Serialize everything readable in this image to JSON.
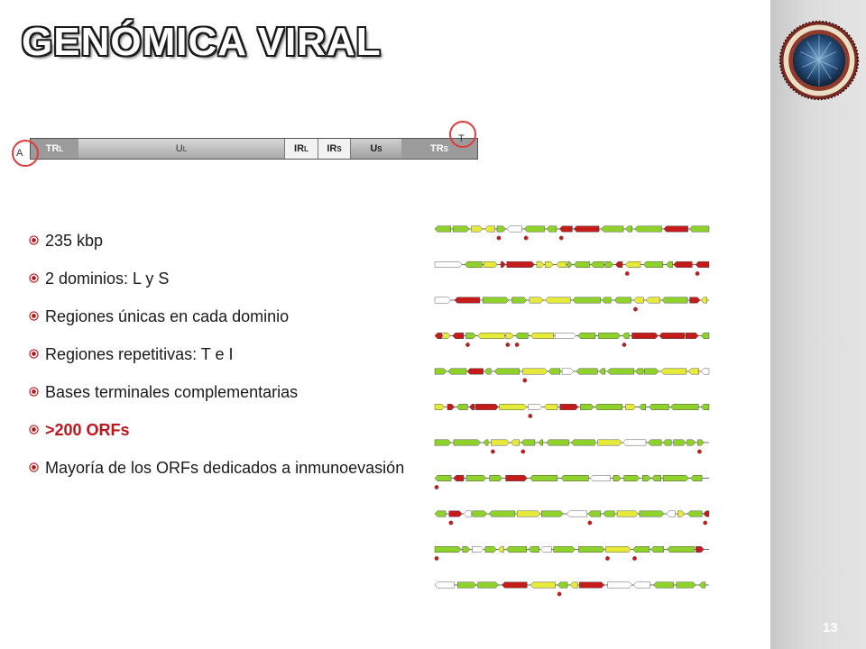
{
  "slide": {
    "title": "GENÓMICA VIRAL",
    "page_number": "13"
  },
  "genome_bar": {
    "segments": [
      {
        "main": "TR",
        "sub": "L"
      },
      {
        "main": "U",
        "sub": "L"
      },
      {
        "main": "IR",
        "sub": "L"
      },
      {
        "main": "IR",
        "sub": "S"
      },
      {
        "main": "U",
        "sub": "S"
      },
      {
        "main": "TR",
        "sub": "S"
      }
    ],
    "left_end": "A",
    "right_end": "T"
  },
  "bullets": [
    {
      "text": "235 kbp",
      "highlight": false
    },
    {
      "text": "2 dominios: L y S",
      "highlight": false
    },
    {
      "text": "Regiones únicas en  cada dominio",
      "highlight": false
    },
    {
      "text": "Regiones repetitivas: T e I",
      "highlight": false
    },
    {
      "text": "Bases terminales complementarias",
      "highlight": false
    },
    {
      "text": ">200 ORFs",
      "highlight": true
    },
    {
      "text": "Mayoría de los ORFs dedicados a inmunoevasión",
      "highlight": false
    }
  ],
  "colors": {
    "bullet_marker": "#c0141c",
    "circle_marker": "#e23a3a",
    "orf_green": "#8ed22b",
    "orf_red": "#c51b1b",
    "orf_yellow": "#e6ea3a"
  }
}
